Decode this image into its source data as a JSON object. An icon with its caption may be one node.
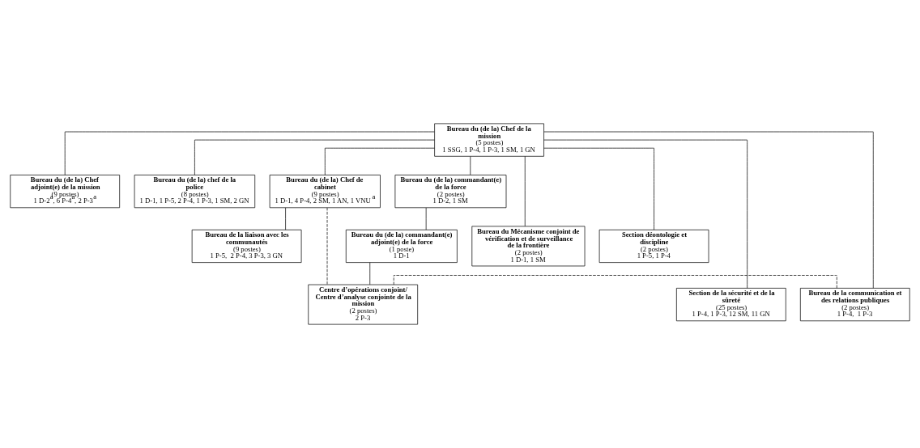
{
  "diagram": {
    "nodes": [
      {
        "text": [
          "Bureau du (de la) Chef de la mission",
          "(5 postes)",
          "1 SSG, 1 P-4, 1 P-3, 1 SM, 1 GN"
        ]
      },
      {
        "text": [
          "Bureau du (de la) Chef adjoint(e) de la mission",
          "(9 postes)",
          "1 D-2$^{a}$, 6 P-4$^{a}$, 2 P-3$^{a}$"
        ]
      },
      {
        "text": [
          "Bureau du (de la) chef de la police",
          "(8 postes)",
          "1 D-1, 1 P-5, 2 P-4, 1 P-3, 1 SM, 2 GN"
        ]
      },
      {
        "text": [
          "Bureau du (de la) Chef de cabinet",
          "(9 postes)",
          "1 D-1, 4 P-4, 2 SM, 1 AN, 1 VNU$^{a}$"
        ]
      },
      {
        "text": [
          "Bureau du (de la) commandant(e) de la force",
          "(2 postes)",
          "1 D-2, 1 SM"
        ]
      },
      {
        "text": [
          "Bureau du Mécanisme conjoint de vérification et de surveillance de la frontière",
          "(2 postes)",
          "1 D-1, 1 SM"
        ]
      },
      {
        "text": [
          "Section déontologie et discipline",
          "(2 postes)",
          "1 P-5, 1 P-4"
        ]
      },
      {
        "text": [
          "Bureau de la liaison avec les communautés",
          "(9 postes)",
          "1 P-5,  2 P-4, 3 P-3, 3 GN"
        ]
      },
      {
        "text": [
          "Bureau du (de la) commandant(e) adjoint(e) de la force",
          "(1 poste)",
          "1 D-1"
        ]
      },
      {
        "text": [
          "Section de la sécurité et de la sûreté",
          "(25 postes)",
          "1 P-4, 1 P-3, 12 SM, 11 GN"
        ]
      },
      {
        "text": [
          "Bureau de la communication et des relations publiques",
          "(2 postes)",
          "1 P-4,  1 P-3"
        ]
      },
      {
        "text": [
          "Centre d’opérations conjoint/ Centre d’analyse conjointe de la mission",
          "(2 postes)",
          "2 P-3"
        ]
      }
    ],
    "edges": [
      {
        "from": 0,
        "to": 1,
        "arrow": "none"
      },
      {
        "from": 0,
        "to": 2,
        "arrow": "none"
      },
      {
        "from": 0,
        "to": 3,
        "arrow": "none"
      },
      {
        "from": 0,
        "to": 4,
        "arrow": "none"
      },
      {
        "from": 0,
        "to": 5,
        "arrow": "none"
      },
      {
        "from": 0,
        "to": 6,
        "arrow": "none"
      },
      {
        "from": 3,
        "to": 7,
        "arrow": "none"
      },
      {
        "from": 4,
        "to": 8,
        "arrow": "none"
      },
      {
        "from": 0,
        "to": 9,
        "arrow": "none"
      },
      {
        "from": 0,
        "to": 10,
        "arrow": "none"
      },
      {
        "from": 8,
        "to": 11,
        "arrow": "none"
      },
      {
        "from": 3,
        "to": 11,
        "arrow": "none",
        "style": "dashed"
      },
      {
        "from": 10,
        "to": 11,
        "arrow": "none",
        "style": "dashed"
      }
    ]
  }
}
